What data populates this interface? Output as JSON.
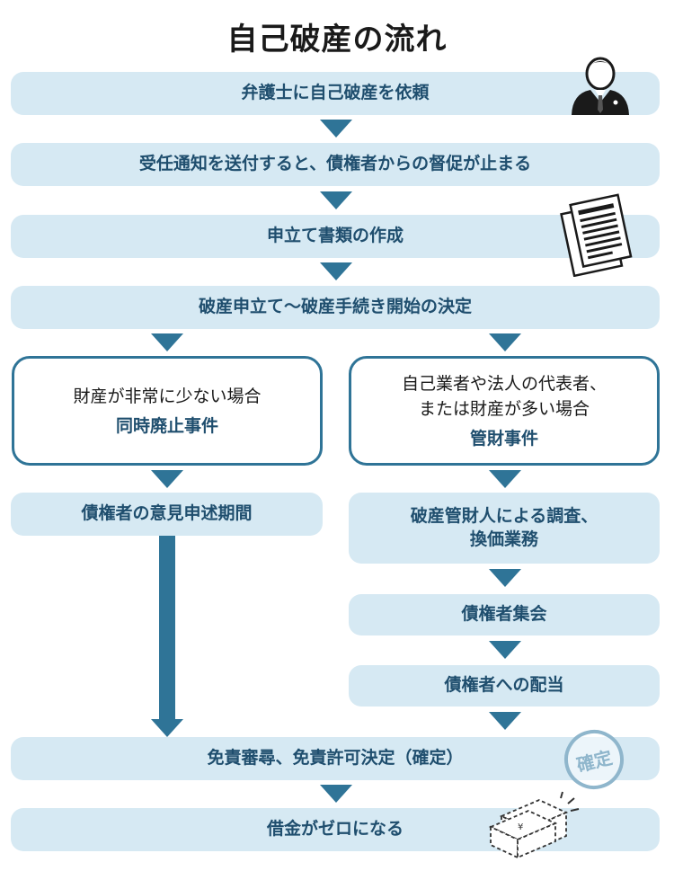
{
  "title": "自己破産の流れ",
  "steps": {
    "s1": "弁護士に自己破産を依頼",
    "s2": "受任通知を送付すると、債権者からの督促が止まる",
    "s3": "申立て書類の作成",
    "s4": "破産申立て〜破産手続き開始の決定",
    "s_final1": "免責審尋、免責許可決定（確定）",
    "s_final2": "借金がゼロになる"
  },
  "left_branch": {
    "desc": "財産が非常に少ない場合",
    "name": "同時廃止事件",
    "step1": "債権者の意見申述期間"
  },
  "right_branch": {
    "desc_line1": "自己業者や法人の代表者、",
    "desc_line2": "または財産が多い場合",
    "name": "管財事件",
    "step1_line1": "破産管財人による調査、",
    "step1_line2": "換価業務",
    "step2": "債権者集会",
    "step3": "債権者への配当"
  },
  "stamp_text": "確定",
  "colors": {
    "accent": "#2f7497",
    "bar": "#d6e9f3",
    "text": "#1f4e6e"
  },
  "icons": [
    "lawyer-icon",
    "documents-icon",
    "stamp-icon",
    "money-bundle-icon"
  ]
}
